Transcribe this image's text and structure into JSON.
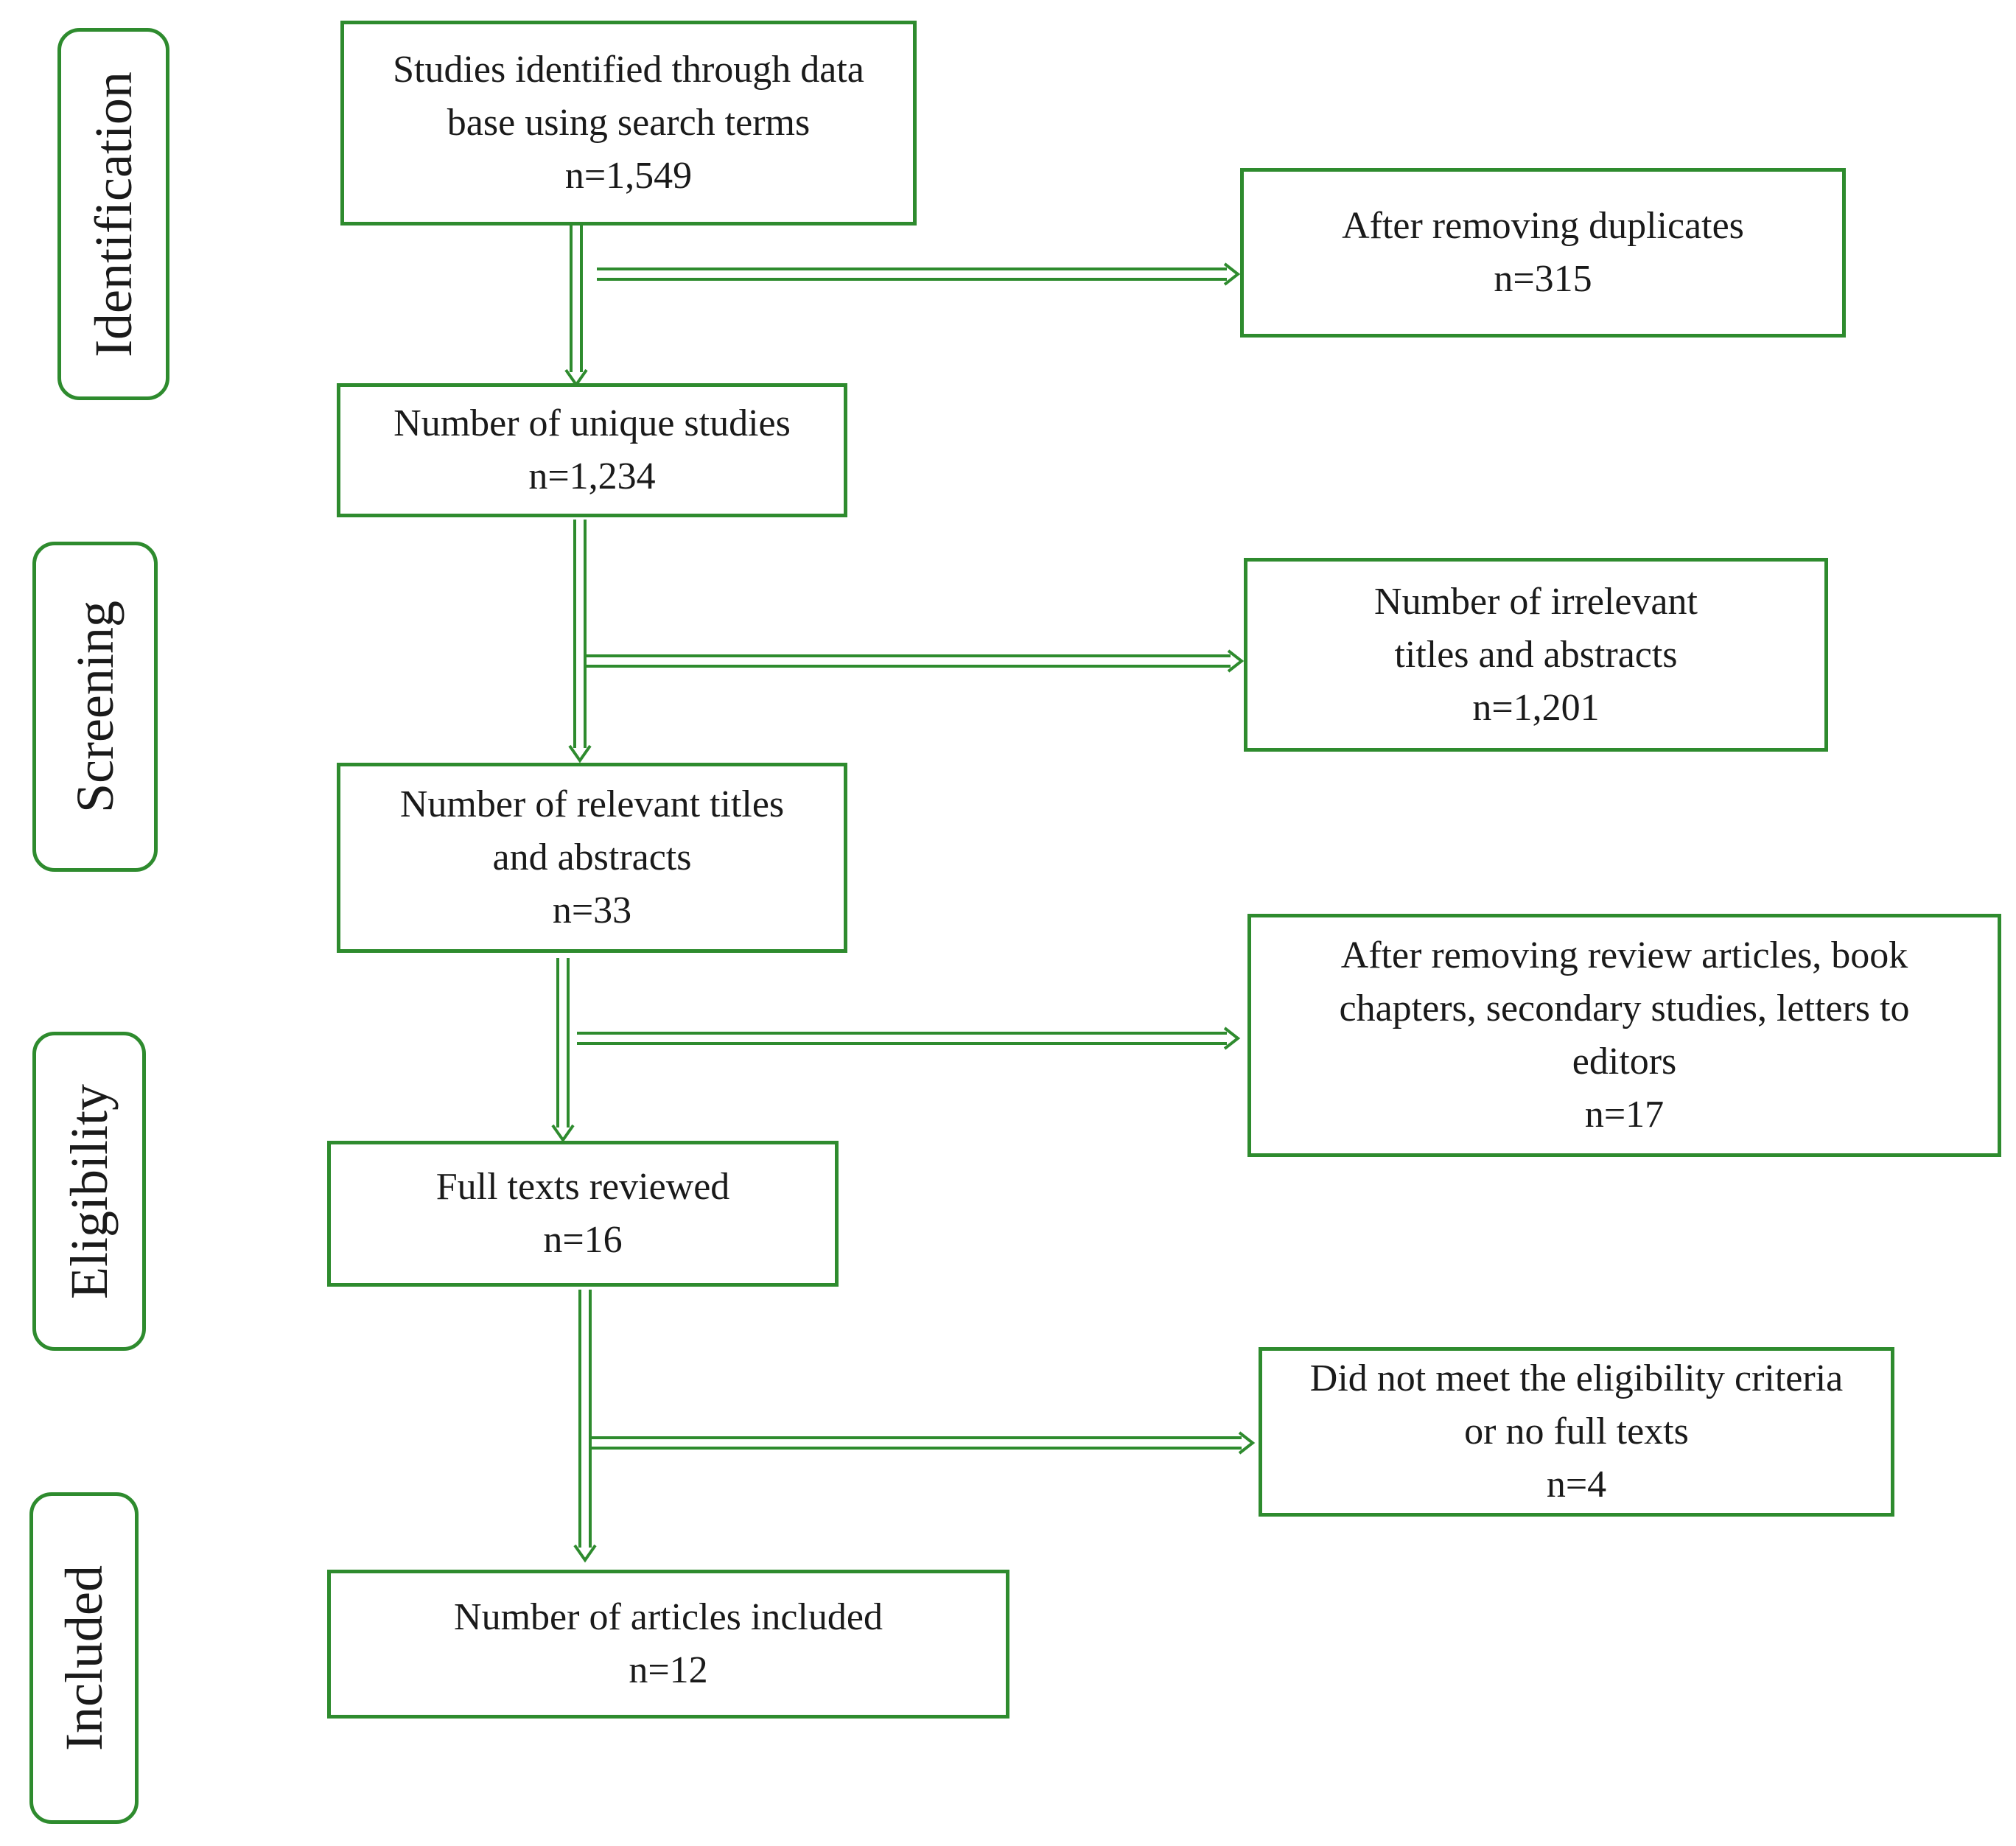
{
  "colors": {
    "accent": "#2e8b2e",
    "background": "#ffffff",
    "text": "#1a1a1a"
  },
  "stages": {
    "identification": "Identification",
    "screening": "Screening",
    "eligibility": "Eligibility",
    "included": "Included"
  },
  "boxes": {
    "identified": {
      "lines": [
        "Studies identified through data",
        "base using search terms"
      ],
      "count": "n=1,549"
    },
    "duplicates": {
      "lines": [
        "After removing duplicates"
      ],
      "count": "n=315"
    },
    "unique": {
      "lines": [
        "Number of unique studies"
      ],
      "count": "n=1,234"
    },
    "irrelevant": {
      "lines": [
        "Number of irrelevant",
        "titles and abstracts"
      ],
      "count": "n=1,201"
    },
    "relevant": {
      "lines": [
        "Number of relevant titles",
        "and abstracts"
      ],
      "count": "n=33"
    },
    "removed_types": {
      "lines": [
        "After removing review articles, book",
        "chapters, secondary studies, letters to",
        "editors"
      ],
      "count": "n=17"
    },
    "full_texts": {
      "lines": [
        "Full texts reviewed"
      ],
      "count": "n=16"
    },
    "not_eligible": {
      "lines": [
        "Did not meet the eligibility criteria",
        "or no full texts"
      ],
      "count": "n=4"
    },
    "included": {
      "lines": [
        "Number of articles included"
      ],
      "count": "n=12"
    }
  }
}
